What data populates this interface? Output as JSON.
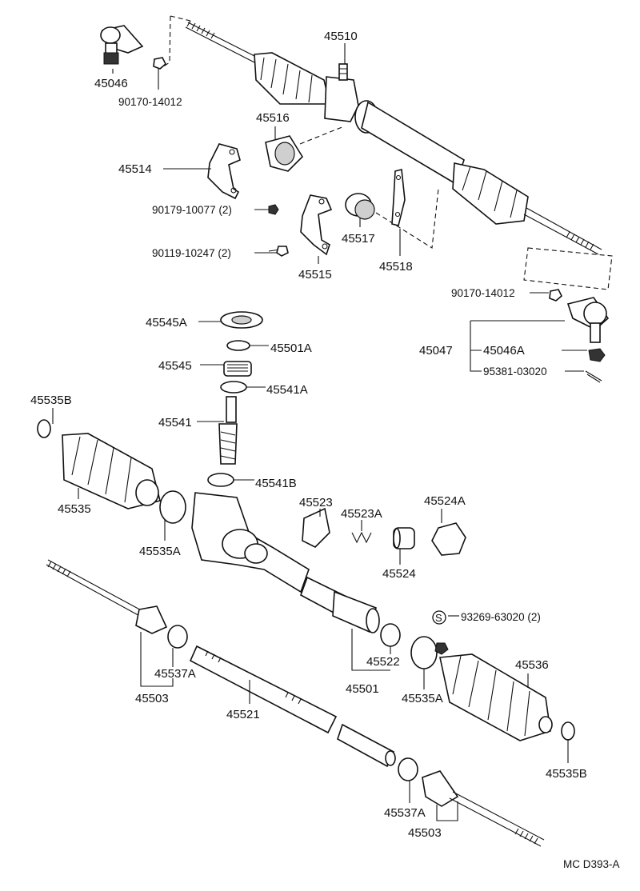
{
  "figure_code": "MC D393-A",
  "callouts": {
    "c45510": "45510",
    "c45046_top": "45046",
    "c90170_top": "90170-14012",
    "c45516": "45516",
    "c45514": "45514",
    "c90179": "90179-10077 (2)",
    "c90119": "90119-10247 (2)",
    "c45517": "45517",
    "c45518": "45518",
    "c45515": "45515",
    "c90170_right": "90170-14012",
    "c45545A": "45545A",
    "c45501A": "45501A",
    "c45047": "45047",
    "c45046A": "45046A",
    "c95381": "95381-03020",
    "c45545": "45545",
    "c45541A": "45541A",
    "c45535B_left": "45535B",
    "c45541": "45541",
    "c45541B": "45541B",
    "c45535": "45535",
    "c45523": "45523",
    "c45523A": "45523A",
    "c45524A": "45524A",
    "c45535A_left": "45535A",
    "c45524": "45524",
    "c93269_symbol": "S",
    "c93269": "93269-63020 (2)",
    "c45537A_left": "45537A",
    "c45503_left": "45503",
    "c45522": "45522",
    "c45501": "45501",
    "c45536": "45536",
    "c45535A_right": "45535A",
    "c45521": "45521",
    "c45535B_right": "45535B",
    "c45537A_bottom": "45537A",
    "c45503_bottom": "45503"
  }
}
